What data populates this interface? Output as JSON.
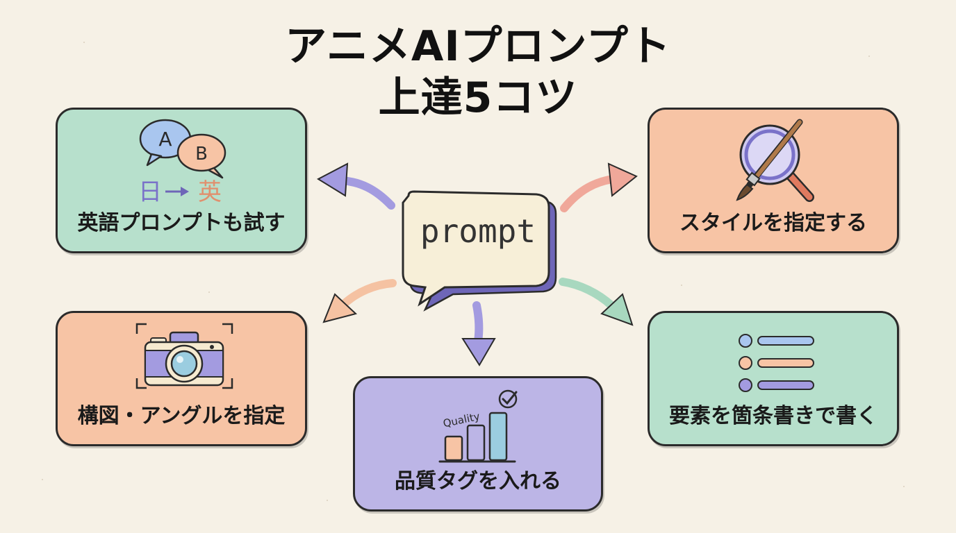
{
  "title": {
    "line1": "アニメAIプロンプト",
    "line2": "上達5コツ"
  },
  "center": {
    "text": "prompt"
  },
  "tips": [
    {
      "label": "英語プロンプトも試す",
      "icon": "translate-icon",
      "icon_text_a": "A",
      "icon_text_b": "B",
      "icon_text_from": "日",
      "icon_text_to": "英"
    },
    {
      "label": "スタイルを指定する",
      "icon": "magnifier-brush-icon"
    },
    {
      "label": "構図・アングルを指定",
      "icon": "camera-icon"
    },
    {
      "label": "品質タグを入れる",
      "icon": "quality-chart-icon",
      "icon_text": "Quality"
    },
    {
      "label": "要素を箇条書きで書く",
      "icon": "bullet-list-icon"
    }
  ],
  "colors": {
    "background": "#f6f1e6",
    "green": "#b7e0cc",
    "peach": "#f7c4a5",
    "purple": "#bcb5e6",
    "arrow_purple": "#a39be0",
    "arrow_pink": "#f0a89a",
    "arrow_peach": "#f5c2a2",
    "arrow_green": "#a8d8bf"
  }
}
